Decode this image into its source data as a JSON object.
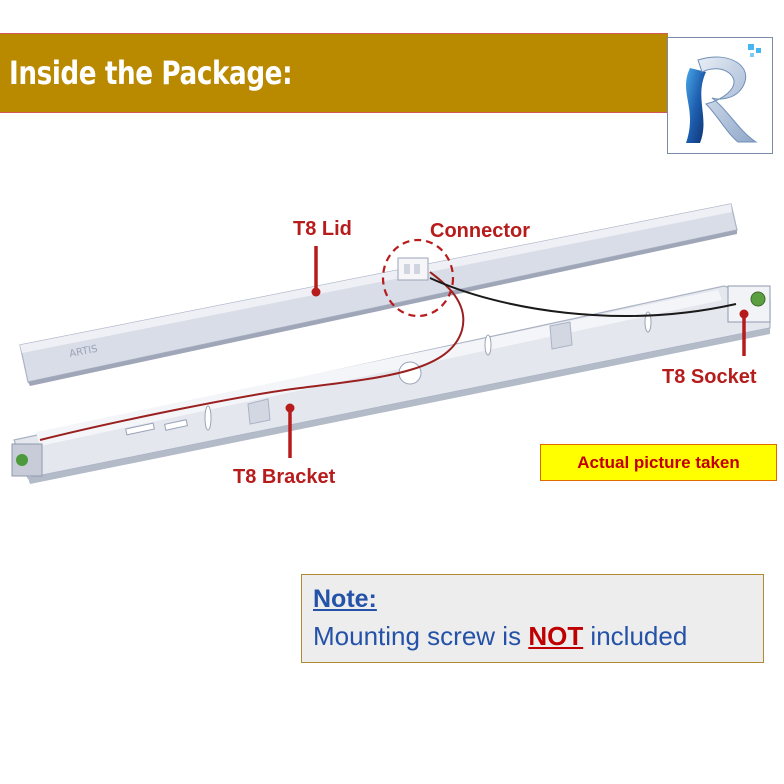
{
  "header": {
    "title": "Inside the Package:",
    "background_color": "#b98a00"
  },
  "logo": {
    "icon": "ruikai-r-logo-icon"
  },
  "photo": {
    "labels": {
      "lid": "T8 Lid",
      "connector": "Connector",
      "socket": "T8 Socket",
      "bracket": "T8 Bracket"
    },
    "label_color": "#b71c1c"
  },
  "badge": {
    "text": "Actual picture taken",
    "background": "#ffff00"
  },
  "note": {
    "heading": "Note:",
    "body_before": "Mounting screw is ",
    "body_emphasis": "NOT",
    "body_after": " included"
  }
}
